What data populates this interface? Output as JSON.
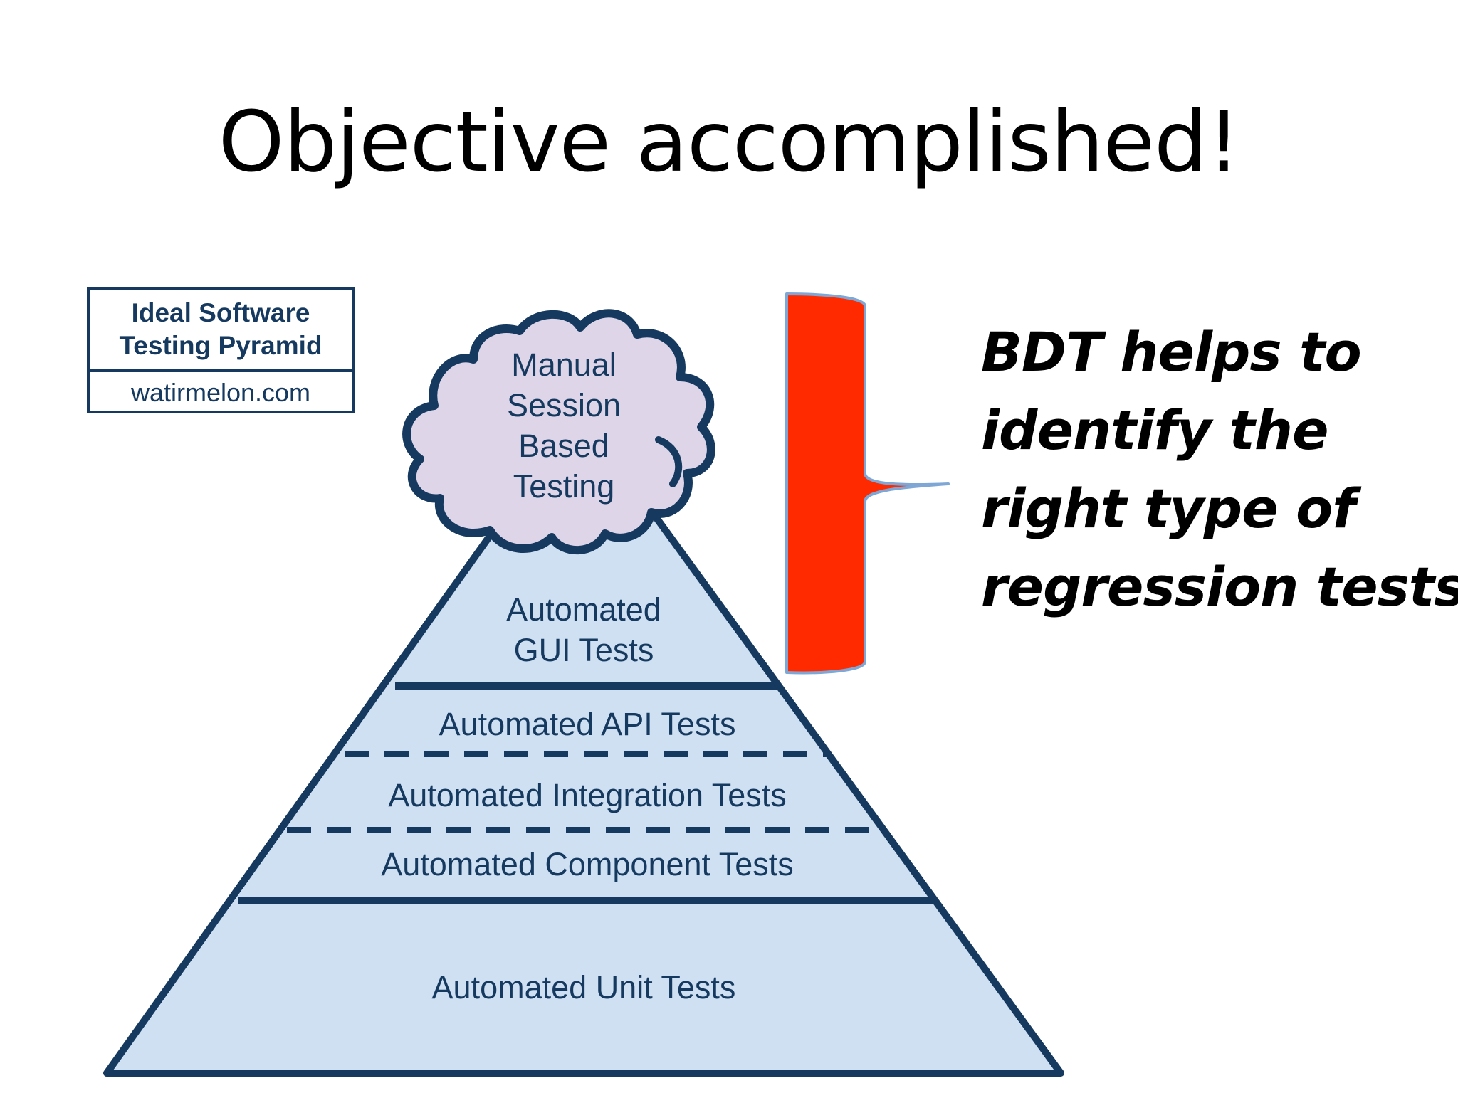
{
  "slide": {
    "title": "Objective accomplished!"
  },
  "legend": {
    "title_line1": "Ideal Software",
    "title_line2": "Testing Pyramid",
    "url": "watirmelon.com"
  },
  "pyramid": {
    "cloud_lines": [
      "Manual",
      "Session",
      "Based",
      "Testing"
    ],
    "gui_lines": [
      "Automated",
      "GUI Tests"
    ],
    "api": "Automated API Tests",
    "integration": "Automated Integration Tests",
    "component": "Automated Component Tests",
    "unit": "Automated Unit Tests"
  },
  "callout": {
    "lines": [
      "BDT helps to",
      "identify the",
      "right type of",
      "regression tests!"
    ]
  },
  "colors": {
    "outline": "#163a5f",
    "pyramid_fill": "#cfe0f3",
    "cloud_fill": "#ded5e9",
    "brace_fill": "#ff2a00",
    "brace_edge": "#7fa7d6"
  }
}
